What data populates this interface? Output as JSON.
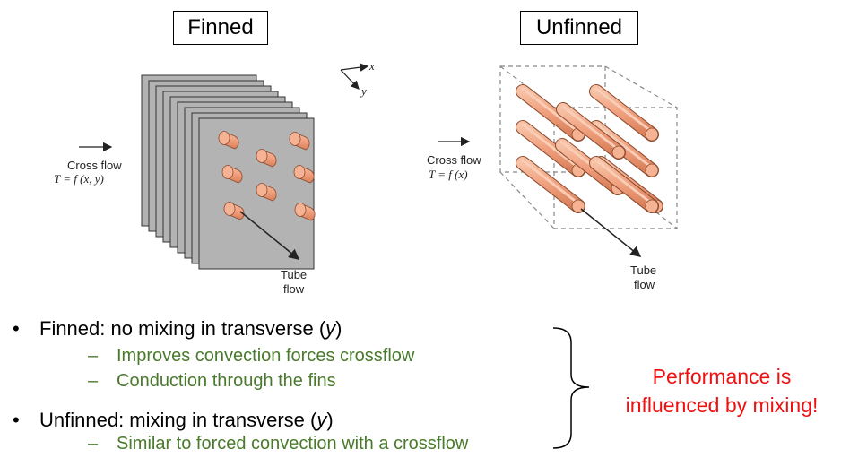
{
  "titles": {
    "finned": "Finned",
    "unfinned": "Unfinned"
  },
  "finned_diagram": {
    "flow_label": "Cross flow",
    "temp_label": "T = f (x, y)",
    "tube_label_1": "Tube",
    "tube_label_2": "flow",
    "axis_x": "x",
    "axis_y": "y"
  },
  "unfinned_diagram": {
    "flow_label": "Cross flow",
    "temp_label": "T = f (x)",
    "tube_label_1": "Tube",
    "tube_label_2": "flow"
  },
  "bullets": [
    {
      "text": "Finned:  no mixing in transverse (",
      "var": "y",
      "close": ")",
      "subs": [
        "Improves convection forces crossflow",
        "Conduction through the fins"
      ]
    },
    {
      "text": "Unfinned: mixing in transverse (",
      "var": "y",
      "close": ")",
      "subs": [
        "Similar to forced convection with a crossflow"
      ]
    }
  ],
  "bullet_glyph": "•",
  "dash_glyph": "–",
  "conclusion": {
    "line1": "Performance is",
    "line2": "influenced by mixing!"
  },
  "colors": {
    "fin": "#b3b3b3",
    "tube": "#f0a07e",
    "sub_text": "#4a7a2c",
    "conclusion": "#ee1111"
  }
}
